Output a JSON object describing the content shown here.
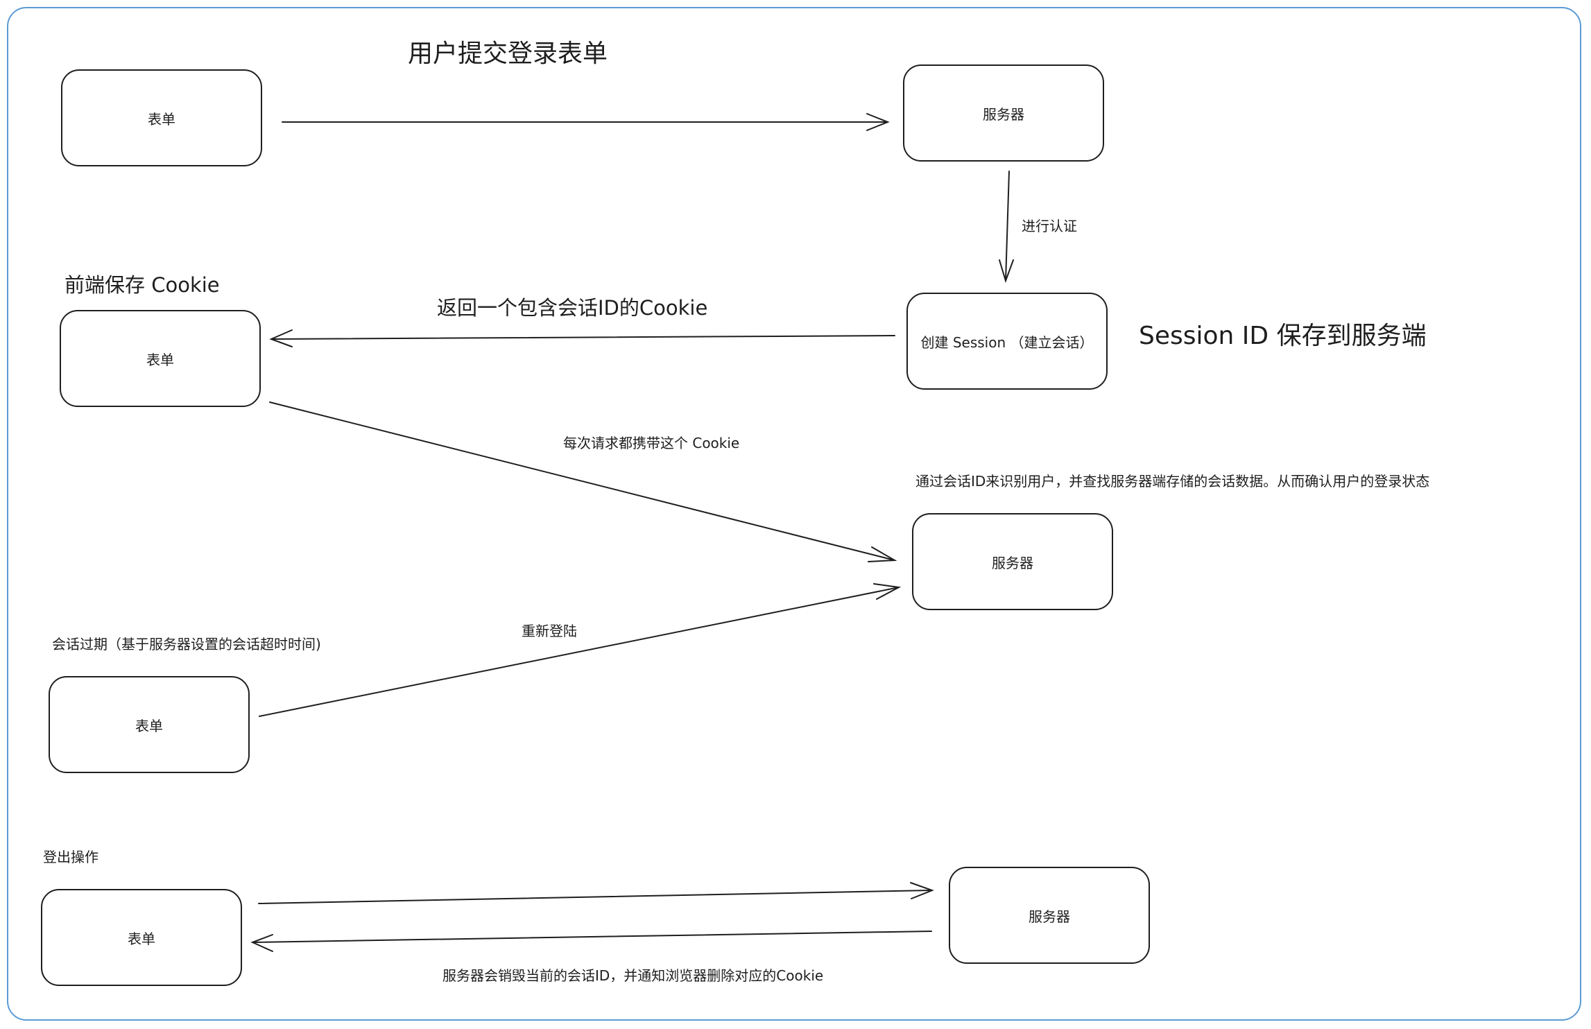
{
  "boxes": {
    "form_1": "表单",
    "server_1": "服务器",
    "form_2": "表单",
    "session": "创建 Session （建立会话）",
    "server_2": "服务器",
    "form_3": "表单",
    "form_4": "表单",
    "server_3": "服务器"
  },
  "labels": {
    "submit_login": "用户提交登录表单",
    "authenticate": "进行认证",
    "frontend_save_cookie": "前端保存 Cookie",
    "return_cookie": "返回一个包含会话ID的Cookie",
    "session_id_saved": "Session ID 保存到服务端",
    "carry_cookie": "每次请求都携带这个 Cookie",
    "identify_user": "通过会话ID来识别用户，并查找服务器端存储的会话数据。从而确认用户的登录状态",
    "relogin": "重新登陆",
    "session_expired": "会话过期（基于服务器设置的会话超时时间)",
    "logout": "登出操作",
    "destroy_session": "服务器会销毁当前的会话ID，并通知浏览器删除对应的Cookie"
  }
}
